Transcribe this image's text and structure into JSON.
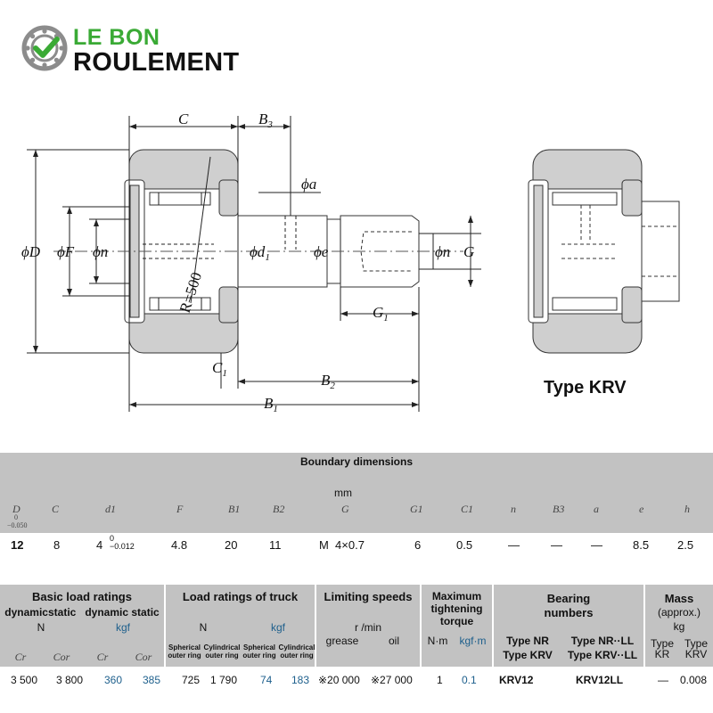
{
  "logo": {
    "line1": "LE BON",
    "line2": "ROULEMENT",
    "brand_color": "#3aaa35"
  },
  "drawing": {
    "type_label": "Type KRV",
    "labels": {
      "C": "C",
      "B3": "B",
      "B3_sub": "3",
      "phi_a": "ϕa",
      "phi_D": "ϕD",
      "phi_F": "ϕF",
      "phi_n_left": "ϕn",
      "phi_d1": "ϕd",
      "phi_d1_sub": "1",
      "phi_e": "ϕe",
      "phi_n_right": "ϕn",
      "G": "G",
      "G1": "G",
      "G1_sub": "1",
      "R500": "R=500",
      "C1": "C",
      "C1_sub": "1",
      "B2": "B",
      "B2_sub": "2",
      "B1": "B",
      "B1_sub": "1"
    }
  },
  "boundary": {
    "title": "Boundary dimensions",
    "unit": "mm",
    "columns": [
      "D",
      "C",
      "d1",
      "F",
      "B1",
      "B2",
      "G",
      "G1",
      "C1",
      "n",
      "B3",
      "a",
      "e",
      "h"
    ],
    "D_tol_upper": "0",
    "D_tol_lower": "−0.050",
    "values": {
      "D": "12",
      "C": "8",
      "d1": "4",
      "d1_tol_upper": "0",
      "d1_tol_lower": "−0.012",
      "F": "4.8",
      "B1": "20",
      "B2": "11",
      "G": "M  4×0.7",
      "G1": "6",
      "C1": "0.5",
      "n": "—",
      "B3": "—",
      "a": "—",
      "e": "8.5",
      "h": "2.5"
    }
  },
  "ratings": {
    "basic": {
      "title": "Basic load ratings",
      "sub": "dynamicstatic   dynamic static",
      "unit_n": "N",
      "unit_kgf": "kgf",
      "cols": [
        "Cr",
        "Cor",
        "Cr",
        "Cor"
      ],
      "values": [
        "3 500",
        "3 800",
        "360",
        "385"
      ]
    },
    "truck": {
      "title": "Load ratings of truck",
      "unit_n": "N",
      "unit_kgf": "kgf",
      "col1": "Spherical outer ring",
      "col2": "Cylindrical outer ring",
      "col3": "Spherical outer ring",
      "col4": "Cylindrical outer ring",
      "values": [
        "725",
        "1 790",
        "74",
        "183"
      ]
    },
    "speeds": {
      "title": "Limiting speeds",
      "unit": "r /min",
      "grease": "grease",
      "oil": "oil",
      "values": [
        "※20 000",
        "※27 000"
      ]
    },
    "torque": {
      "title1": "Maximum",
      "title2": "tightening",
      "title3": "torque",
      "unit_nm": "N·m",
      "unit_kgfm": "kgf·m",
      "values": [
        "1",
        "0.1"
      ]
    },
    "bearing": {
      "title1": "Bearing",
      "title2": "numbers",
      "typeNR": "Type NR",
      "typeKRV": "Type KRV",
      "typeNRLL": "Type NR··LL",
      "typeKRVLL": "Type KRV··LL",
      "values": [
        "KRV12",
        "KRV12LL"
      ]
    },
    "mass": {
      "title": "Mass",
      "approx": "(approx.)",
      "unit": "kg",
      "typeKR": "Type KR",
      "typeKRV": "Type KRV",
      "values": [
        "—",
        "0.008"
      ]
    }
  }
}
